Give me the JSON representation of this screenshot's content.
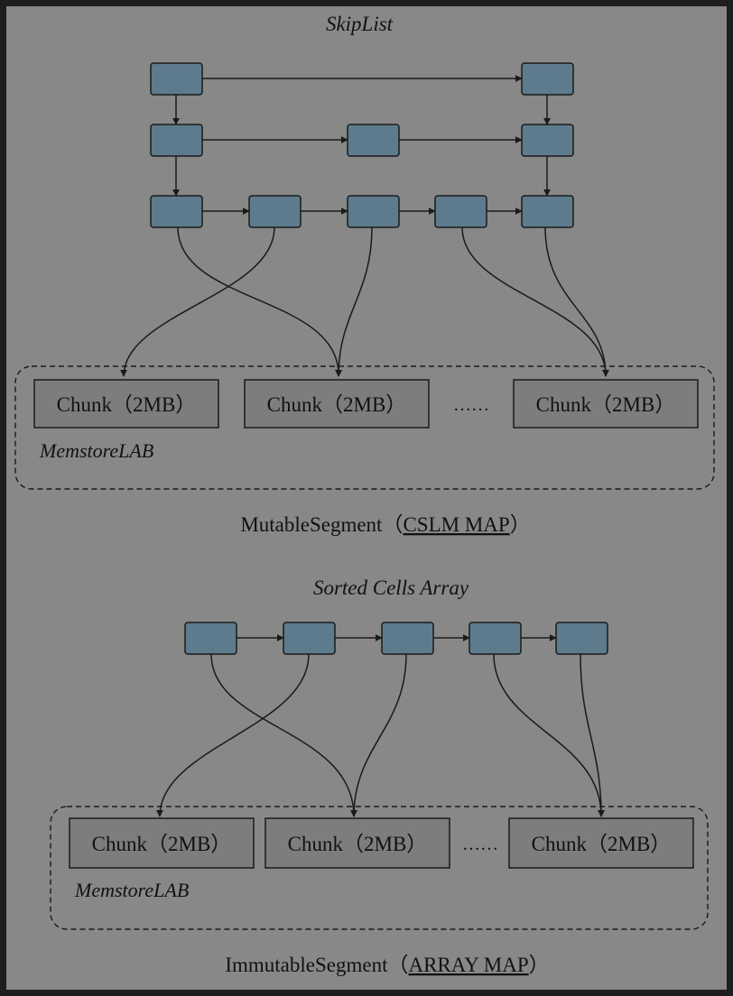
{
  "mutable": {
    "skiplist_title": "SkipList",
    "chunk_label": "Chunk（2MB）",
    "ellipsis": "……",
    "lab_label": "MemstoreLAB",
    "segment_prefix": "MutableSegment（",
    "segment_link": "CSLM MAP",
    "segment_suffix": "）"
  },
  "immutable": {
    "array_title": "Sorted Cells Array",
    "chunk_label": "Chunk（2MB）",
    "ellipsis": "……",
    "lab_label": "MemstoreLAB",
    "segment_prefix": "ImmutableSegment（",
    "segment_link": "ARRAY MAP",
    "segment_suffix": "）"
  },
  "colors": {
    "canvas": "#888888",
    "node_fill": "#5e7b8d",
    "chunk_fill": "#7d7d7d",
    "stroke": "#1a1a1a"
  }
}
